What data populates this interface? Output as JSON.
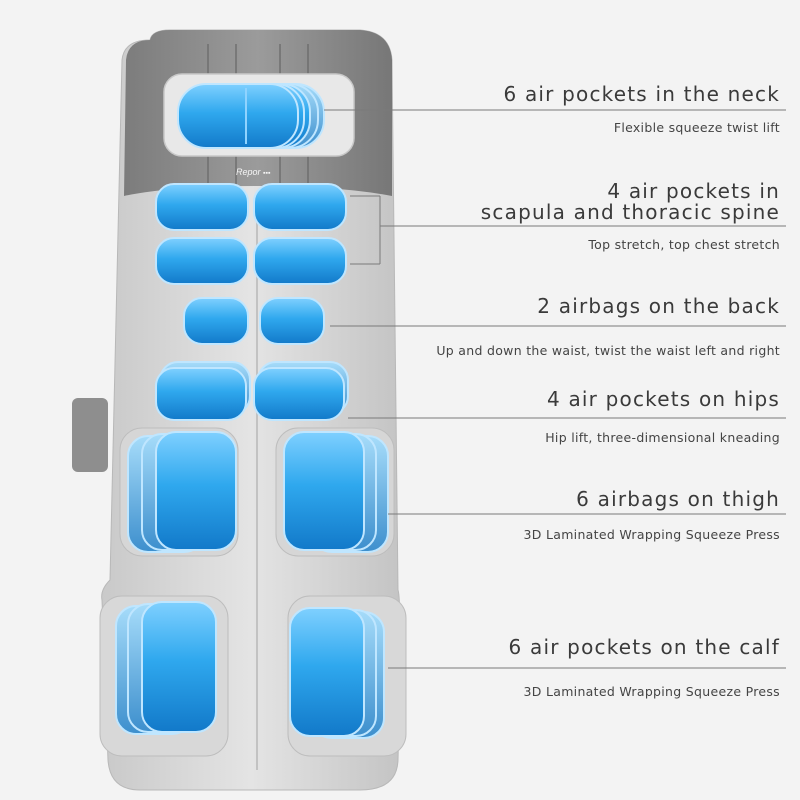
{
  "brand": "Repor",
  "colors": {
    "background": "#f3f3f3",
    "airbag": "#2fa8ee",
    "airbag_glow": "#9fdcff",
    "mat_gray": "#8d8d8d",
    "mat_light": "#dcdcdc"
  },
  "features": [
    {
      "title": "6 air pockets in the neck",
      "subtitle": "Flexible squeeze twist lift"
    },
    {
      "title_lines": [
        "4 air pockets in",
        "scapula and thoracic spine"
      ],
      "subtitle": "Top stretch, top chest stretch"
    },
    {
      "title": "2 airbags on the back",
      "subtitle": "Up and down the waist, twist the waist left and right"
    },
    {
      "title": "4 air pockets on hips",
      "subtitle": "Hip lift, three-dimensional kneading"
    },
    {
      "title": "6 airbags on thigh",
      "subtitle": "3D Laminated Wrapping Squeeze Press"
    },
    {
      "title": "6 air pockets on the calf",
      "subtitle": "3D Laminated Wrapping Squeeze Press"
    }
  ]
}
